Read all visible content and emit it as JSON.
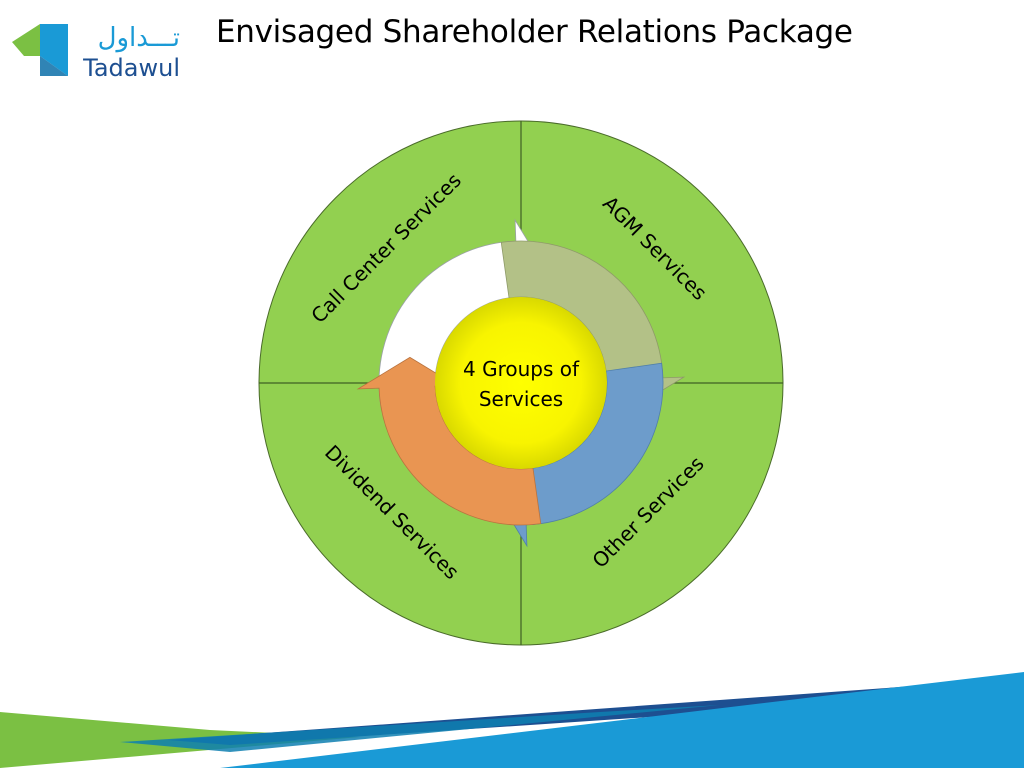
{
  "brand": {
    "arabic": "تـــداول",
    "latin": "Tadawul",
    "colors": {
      "green": "#7bc043",
      "blue": "#1a9ad6",
      "navy": "#1d4f91"
    }
  },
  "title": "Envisaged Shareholder Relations Package",
  "diagram": {
    "center": [
      "4 Groups of",
      "Services"
    ],
    "quadrants": [
      {
        "label": "Call Center Services",
        "arrow_color": "#ffffff"
      },
      {
        "label": "AGM Services",
        "arrow_color": "#b3c187"
      },
      {
        "label": "Other Services",
        "arrow_color": "#6d9ccb"
      },
      {
        "label": "Dividend Services",
        "arrow_color": "#e99552"
      }
    ],
    "colors": {
      "ring": "#92d050",
      "center": "#ffff00"
    }
  }
}
